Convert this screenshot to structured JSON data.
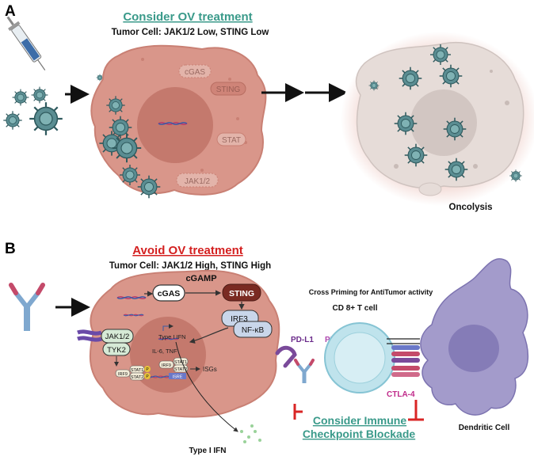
{
  "panel_a": {
    "letter": "A",
    "heading": "Consider OV treatment",
    "subheading": "Tumor Cell: JAK1/2 Low, STING Low",
    "cell_labels": {
      "cgas": "cGAS",
      "sting": "STING",
      "stat": "STAT",
      "jak": "JAK1/2"
    },
    "oncolysis": "Oncolysis"
  },
  "panel_b": {
    "letter": "B",
    "heading": "Avoid OV treatment",
    "subheading": "Tumor Cell: JAK1/2 High, STING High",
    "cgamp": "cGAMP",
    "cgas": "cGAS",
    "sting": "STING",
    "irf3": "IRF3",
    "nfkb": "NF-κB",
    "jak": "JAK1/2",
    "tyk2": "TYK2",
    "type1_ifn_gene": "Type I IFN",
    "il6_tnf": "IL-6, TNF",
    "isgs": "ISGs",
    "stat1": "STAT1",
    "stat2": "STAT2",
    "irf9": "IRF9",
    "isre": "ISRE",
    "p": "P",
    "type1_ifn_secreted": "Type I IFN",
    "cross_priming": "Cross Priming for AntiTumor activity",
    "cd8": "CD 8+ T cell",
    "pdl1": "PD-L1",
    "pd1": "PD-1",
    "ctla4": "CTLA-4",
    "blockade_line1": "Consider Immune",
    "blockade_line2": "Checkpoint Blockade",
    "dendritic": "Dendritic Cell"
  },
  "colors": {
    "tumor_fill": "#d9968a",
    "tumor_stroke": "#c98074",
    "nucleus": "#c4796d",
    "virus": "#5a8d92",
    "heading_green": "#3a9a8a",
    "heading_red": "#d42020",
    "tcell": "#bfe3ec",
    "dendritic": "#a39bcb",
    "inhibit": "#d92525"
  }
}
